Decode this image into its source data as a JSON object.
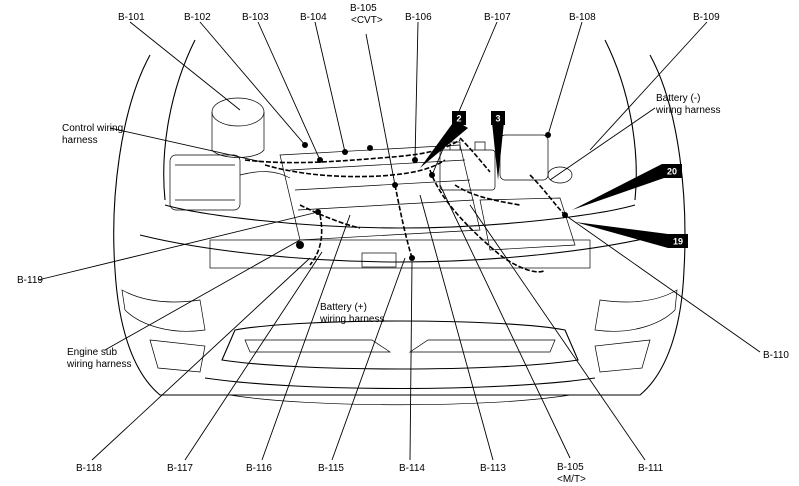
{
  "callouts_top": [
    "B-101",
    "B-102",
    "B-103",
    "B-104",
    "B-105",
    "<CVT>",
    "B-106",
    "B-107",
    "B-108",
    "B-109"
  ],
  "callouts_bottom": [
    "B-118",
    "B-117",
    "B-116",
    "B-115",
    "B-114",
    "B-113",
    "B-105",
    "<M/T>",
    "B-111"
  ],
  "callouts_side": [
    "B-119",
    "B-110"
  ],
  "harness_labels": {
    "control": [
      "Control wiring",
      "harness"
    ],
    "battery_neg": [
      "Battery (-)",
      "wiring harness"
    ],
    "battery_pos": [
      "Battery (+)",
      "wiring harness"
    ],
    "engine_sub": [
      "Engine sub",
      "wiring harness"
    ]
  },
  "badges": [
    "2",
    "3",
    "20",
    "19"
  ],
  "icons": [
    "engine-compartment-diagram"
  ]
}
